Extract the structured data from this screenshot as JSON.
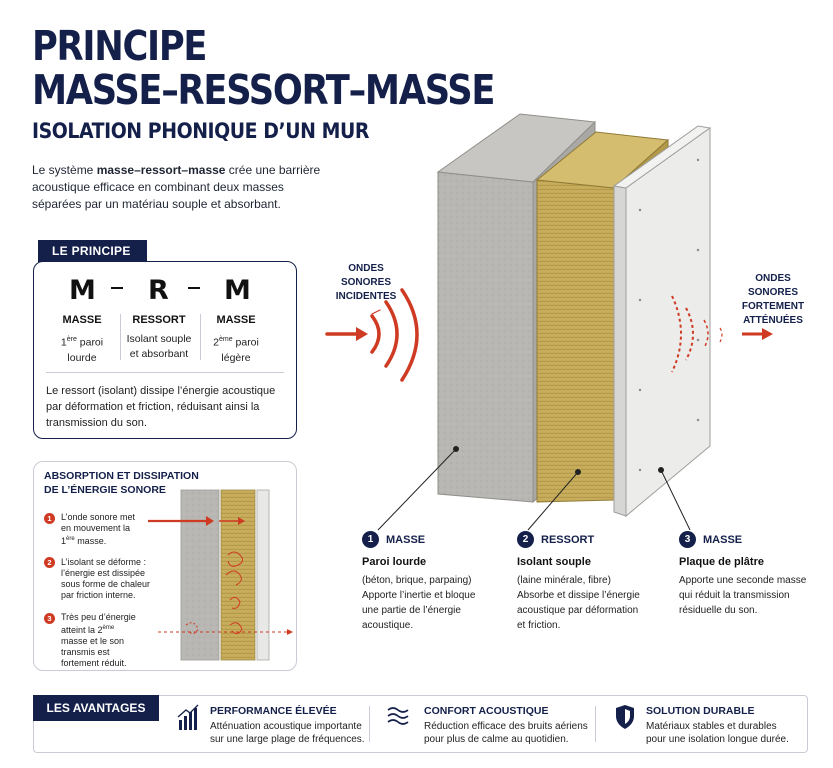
{
  "header": {
    "title_line1": "PRINCIPE",
    "title_line2": "MASSE–RESSORT–MASSE",
    "subtitle": "ISOLATION PHONIQUE D’UN MUR",
    "intro_before": "Le système ",
    "intro_bold": "masse–ressort–masse",
    "intro_after": " crée une barrière acoustique efficace en combinant deux masses séparées par un matériau souple et absorbant."
  },
  "principe": {
    "tab": "LE PRINCIPE",
    "letters": [
      "M",
      "R",
      "M"
    ],
    "columns": [
      {
        "title": "MASSE",
        "desc_ord": "1",
        "desc_sup": "ère",
        "desc_rest": " paroi",
        "desc_line2": "lourde"
      },
      {
        "title": "RESSORT",
        "desc_line1": "Isolant souple",
        "desc_line2": "et absorbant"
      },
      {
        "title": "MASSE",
        "desc_ord": "2",
        "desc_sup": "ème",
        "desc_rest": " paroi",
        "desc_line2": "légère"
      }
    ],
    "note": "Le ressort (isolant) dissipe l’énergie acoustique par déformation et friction, réduisant ainsi la transmission du son."
  },
  "absorption": {
    "title": "ABSORPTION ET DISSIPATION DE L’ÉNERGIE SONORE",
    "steps": [
      {
        "num": "1",
        "text_a": "L’onde sonore met en mouvement la 1",
        "sup": "ère",
        "text_b": " masse."
      },
      {
        "num": "2",
        "text_a": "L’isolant se déforme : l’énergie est dissipée sous forme de chaleur par friction interne.",
        "sup": "",
        "text_b": ""
      },
      {
        "num": "3",
        "text_a": "Très peu d’énergie atteint la 2",
        "sup": "ème",
        "text_b": " masse et le son transmis est fortement réduit."
      }
    ]
  },
  "waves": {
    "incident": "ONDES SONORES INCIDENTES",
    "incident_l1": "ONDES SONORES",
    "incident_l2": "INCIDENTES",
    "attenuated_l1": "ONDES SONORES",
    "attenuated_l2": "FORTEMENT",
    "attenuated_l3": "ATTÉNUÉES"
  },
  "layers": [
    {
      "num": "1",
      "name": "MASSE",
      "sub": "Paroi lourde",
      "desc": [
        "(béton, brique, parpaing)",
        "Apporte l’inertie et bloque",
        "une partie de l’énergie",
        "acoustique."
      ]
    },
    {
      "num": "2",
      "name": "RESSORT",
      "sub": "Isolant souple",
      "desc": [
        "(laine minérale, fibre)",
        "Absorbe et dissipe l’énergie",
        "acoustique par déformation",
        "et friction."
      ]
    },
    {
      "num": "3",
      "name": "MASSE",
      "sub": "Plaque de plâtre",
      "desc": [
        "Apporte une seconde masse",
        "qui réduit la transmission",
        "résiduelle du son."
      ]
    }
  ],
  "advantages": {
    "tab": "LES AVANTAGES",
    "items": [
      {
        "icon": "bar-chart-icon",
        "title": "PERFORMANCE ÉLEVÉE",
        "desc1": "Atténuation acoustique importante",
        "desc2": "sur une large plage de fréquences."
      },
      {
        "icon": "waves-icon",
        "title": "CONFORT ACOUSTIQUE",
        "desc1": "Réduction efficace des bruits aériens",
        "desc2": "pour plus de calme au quotidien."
      },
      {
        "icon": "shield-icon",
        "title": "SOLUTION DURABLE",
        "desc1": "Matériaux stables et durables",
        "desc2": "pour une isolation longue durée."
      }
    ]
  },
  "colors": {
    "navy": "#14204a",
    "red": "#cf3a22",
    "concrete": "#b9b9b6",
    "wool": "#c9b25e",
    "plaster": "#e9e9e9"
  }
}
